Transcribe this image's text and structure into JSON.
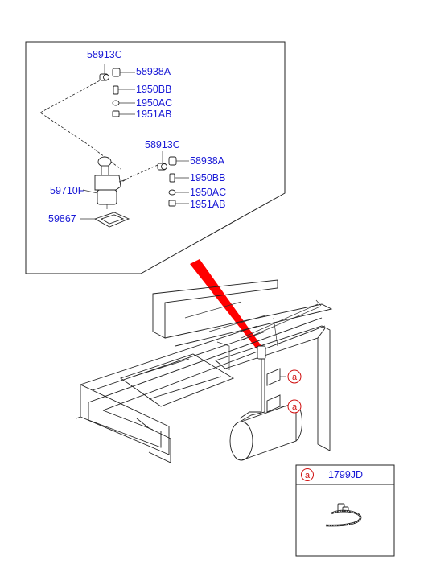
{
  "callouts": {
    "upper_group": {
      "bracket": "58913C",
      "connector": "58938A",
      "bolt_long": "1950BB",
      "nut": "1950AC",
      "bolt_short": "1951AB"
    },
    "lower_group": {
      "bracket": "58913C",
      "connector": "58938A",
      "bolt_long": "1950BB",
      "nut": "1950AC",
      "bolt_short": "1951AB"
    },
    "valve": "59710F",
    "gasket": "59867"
  },
  "legend": {
    "marker": "a",
    "part_number": "1799JD"
  },
  "frame_markers": [
    "a",
    "a"
  ],
  "colors": {
    "label": "#1a1ad6",
    "marker": "#d01010",
    "pointer": "#ff0000",
    "line": "#222222"
  },
  "icons": [
    "clip-icon",
    "hose-icon"
  ]
}
